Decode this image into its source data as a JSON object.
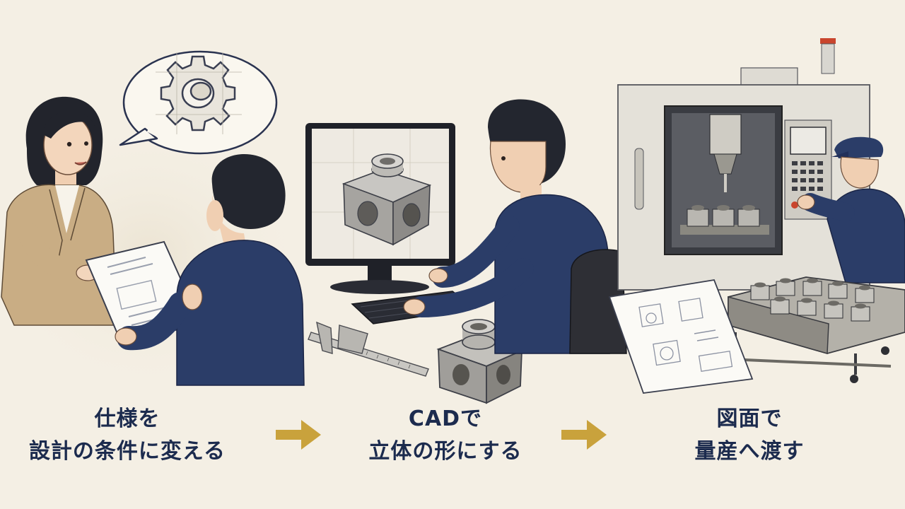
{
  "steps": [
    {
      "line1": "仕様を",
      "line2": "設計の条件に変える"
    },
    {
      "line1": "CADで",
      "line2": "立体の形にする"
    },
    {
      "line1": "図面で",
      "line2": "量産へ渡す"
    }
  ],
  "colors": {
    "background": "#f4efe4",
    "text": "#1c2b4e",
    "arrow": "#c9a23c",
    "navy": "#2c3d66",
    "beige": "#c8ae86"
  },
  "icons": [
    "gear-icon",
    "arrow-right-icon"
  ]
}
